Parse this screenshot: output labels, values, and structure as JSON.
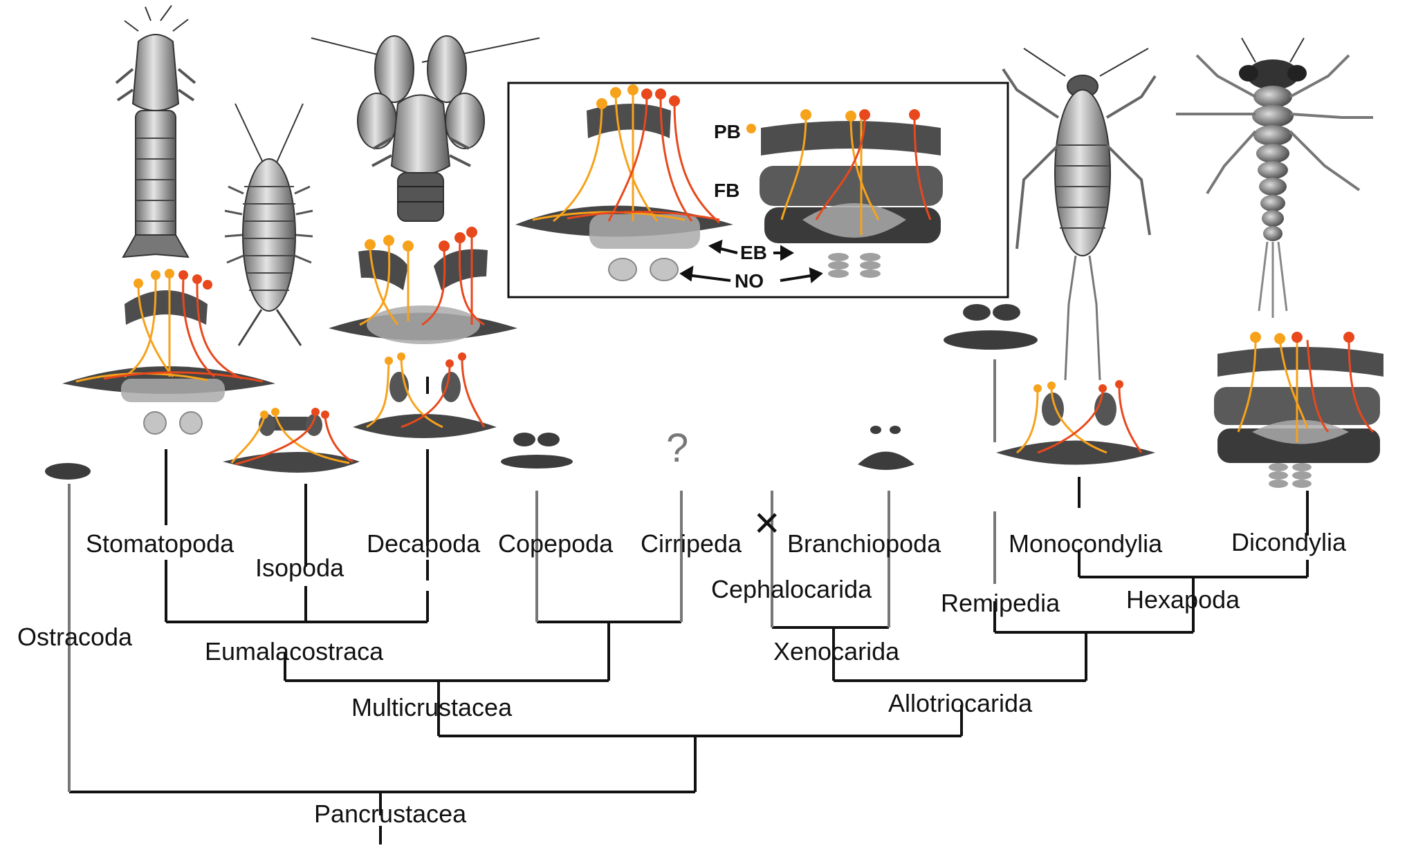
{
  "taxa": {
    "stomatopoda": "Stomatopoda",
    "isopoda": "Isopoda",
    "decapoda": "Decapoda",
    "copepoda": "Copepoda",
    "cirripeda": "Cirripeda",
    "branchiopoda": "Branchiopoda",
    "cephalocarida": "Cephalocarida",
    "remipedia": "Remipedia",
    "monocondylia": "Monocondylia",
    "dicondylia": "Dicondylia",
    "ostracoda": "Ostracoda"
  },
  "clades": {
    "eumalacostraca": "Eumalacostraca",
    "multicrustacea": "Multicrustacea",
    "xenocarida": "Xenocarida",
    "hexapoda": "Hexapoda",
    "allotriocarida": "Allotriocarida",
    "pancrustacea": "Pancrustacea"
  },
  "markers": {
    "unknown": "?",
    "lost": "×"
  },
  "inset": {
    "pb": "PB",
    "fb": "FB",
    "eb": "EB",
    "no": "NO"
  },
  "colors": {
    "tree": "#111111",
    "tree_grey": "#777777",
    "neuropil_dark": "#4a4a4a",
    "neuropil_light": "#a9a9a9",
    "neuron_orange": "#f7a21b",
    "neuron_red": "#e8481c"
  }
}
